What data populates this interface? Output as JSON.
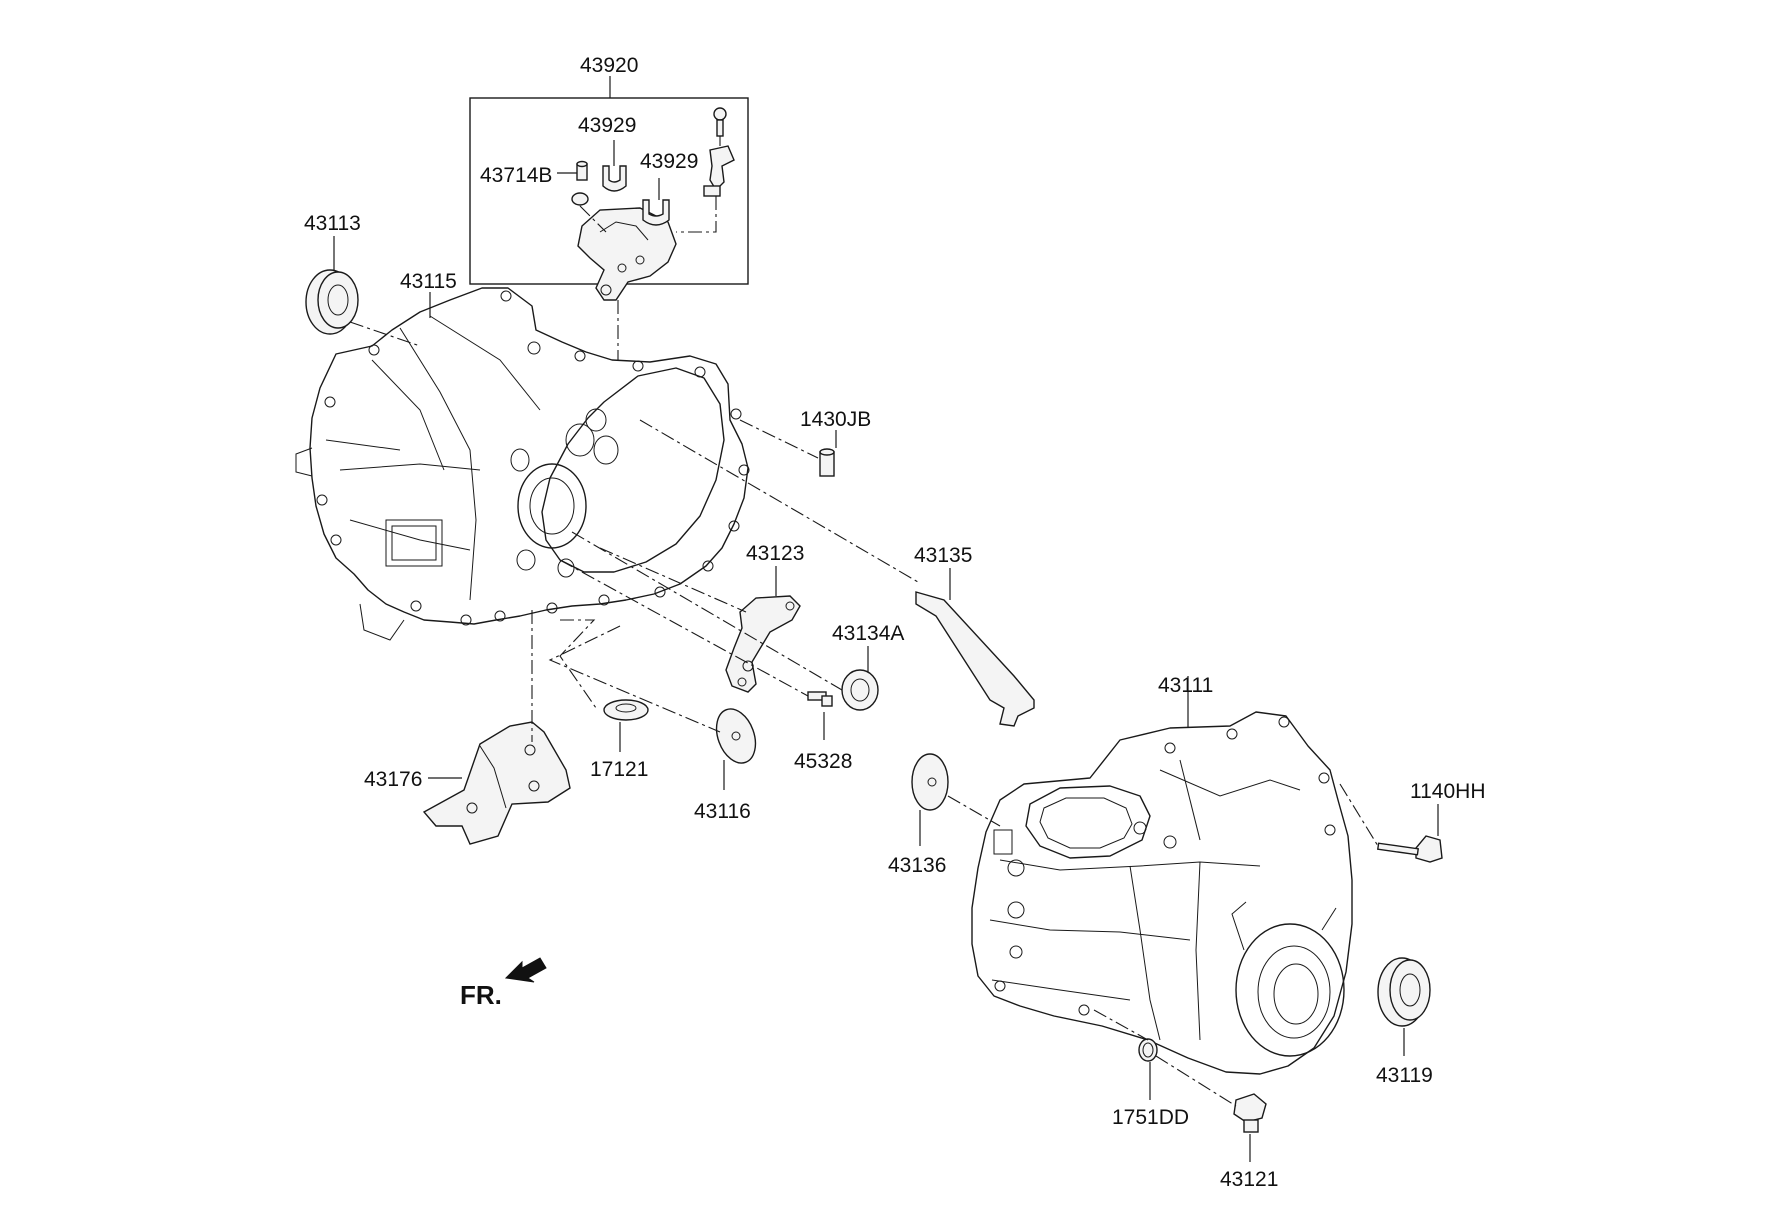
{
  "labels": {
    "p43920": "43920",
    "p43929a": "43929",
    "p43929b": "43929",
    "p43714B": "43714B",
    "p43113": "43113",
    "p43115": "43115",
    "p1430JB": "1430JB",
    "p43123": "43123",
    "p43135": "43135",
    "p43134A": "43134A",
    "p43111": "43111",
    "p17121": "17121",
    "p45328": "45328",
    "p43176": "43176",
    "p43116": "43116",
    "p1140HH": "1140HH",
    "p43136": "43136",
    "p43119": "43119",
    "p1751DD": "1751DD",
    "p43121": "43121"
  },
  "direction": {
    "label": "FR."
  }
}
